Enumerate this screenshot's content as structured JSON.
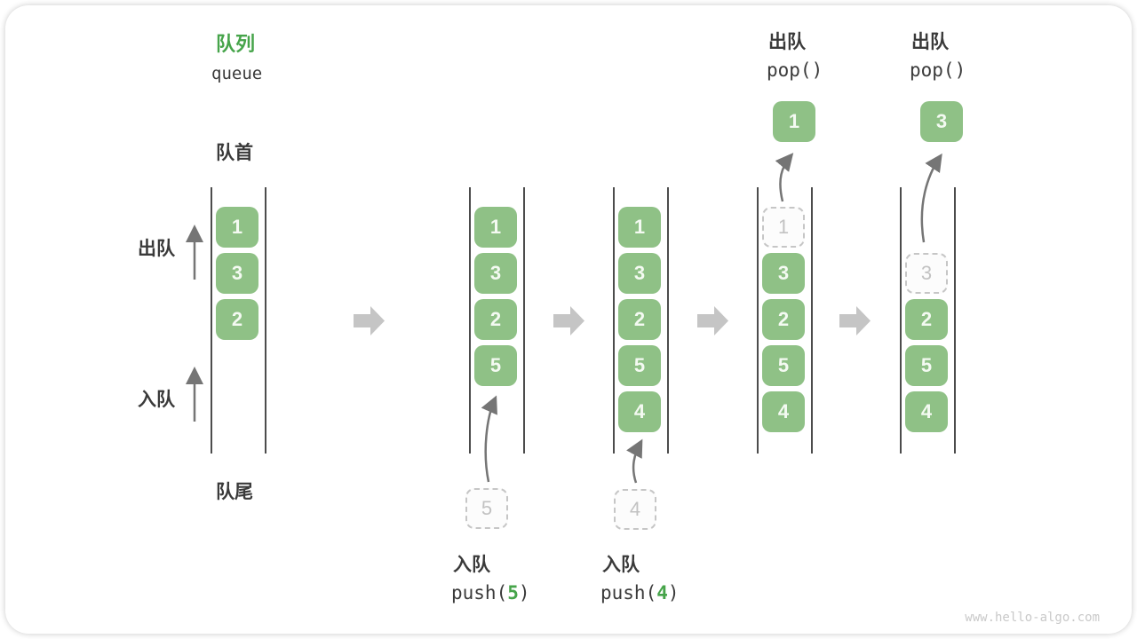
{
  "title": {
    "zh": "队列",
    "en": "queue"
  },
  "labels": {
    "front": "队首",
    "rear": "队尾",
    "dequeue": "出队",
    "enqueue": "入队"
  },
  "ops": {
    "push5": {
      "label": "入队",
      "code_pre": "push(",
      "arg": "5",
      "code_post": ")"
    },
    "push4": {
      "label": "入队",
      "code_pre": "push(",
      "arg": "4",
      "code_post": ")"
    },
    "pop1": {
      "label": "出队",
      "code": "pop()"
    },
    "pop2": {
      "label": "出队",
      "code": "pop()"
    }
  },
  "states": [
    {
      "boxes": [
        "1",
        "3",
        "2"
      ]
    },
    {
      "boxes": [
        "1",
        "3",
        "2",
        "5"
      ],
      "incoming": "5"
    },
    {
      "boxes": [
        "1",
        "3",
        "2",
        "5",
        "4"
      ],
      "incoming": "4"
    },
    {
      "boxes": [
        "3",
        "2",
        "5",
        "4"
      ],
      "ghost": "1",
      "popped": "1"
    },
    {
      "boxes": [
        "2",
        "5",
        "4"
      ],
      "ghost": "3",
      "popped": "3"
    }
  ],
  "watermark": "www.hello-algo.com",
  "colors": {
    "accent_green": "#46a44a",
    "box_green": "#8fc186",
    "box_text": "#f4faf2",
    "text_dark": "#3a3a3a",
    "thin_arrow_gray": "#757575",
    "block_arrow_gray": "#c5c5c5",
    "ghost_border_gray": "#c6c6c6",
    "channel_line": "#4c4c4c"
  }
}
